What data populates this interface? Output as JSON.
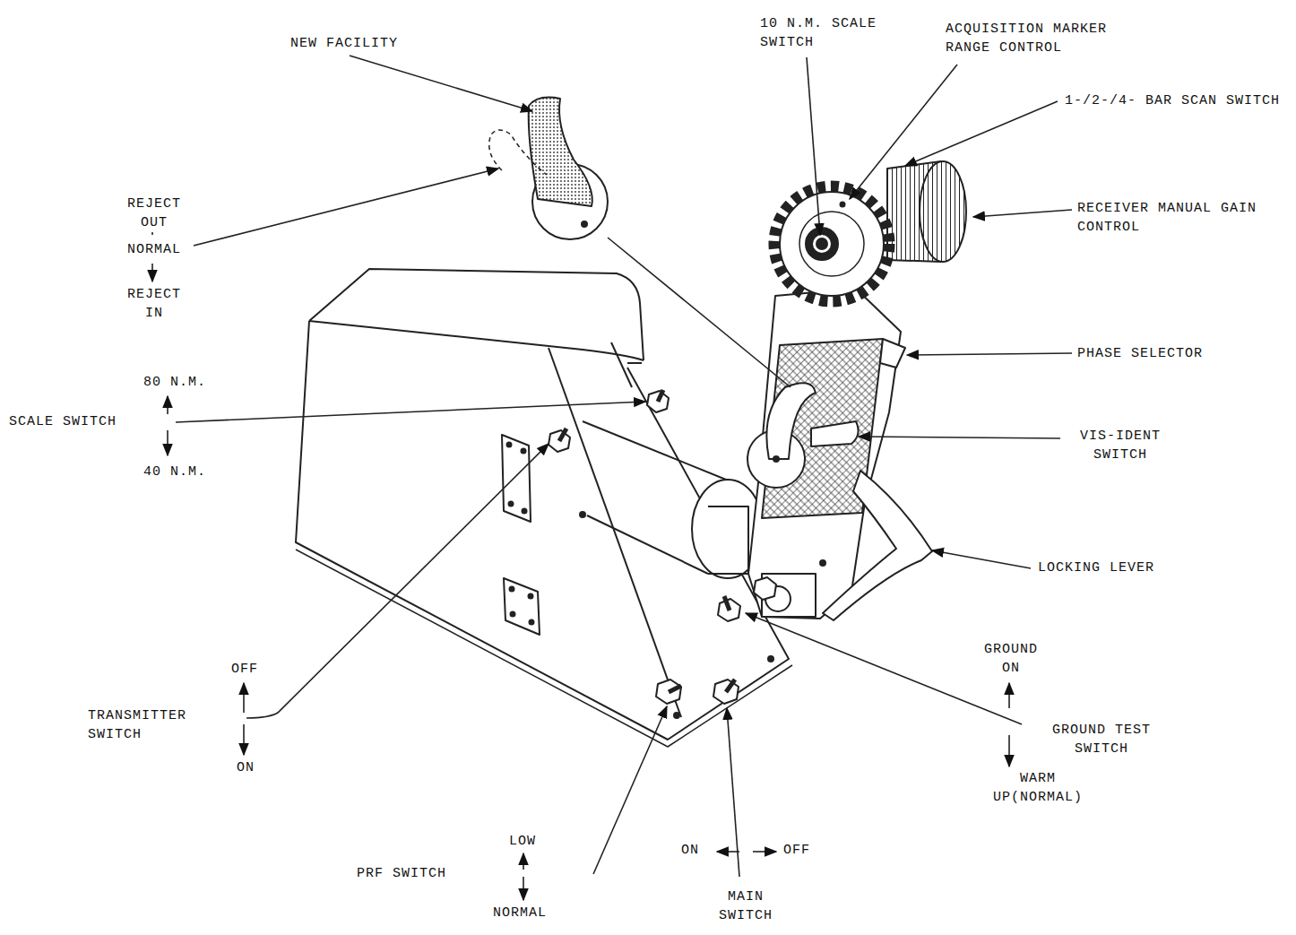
{
  "diagram": {
    "labels": [
      "NEW FACILITY",
      "10 N.M. SCALE SWITCH",
      "ACQUISITION MARKER RANGE CONTROL",
      "1-/2-/4- BAR SCAN SWITCH",
      "REJECT OUT",
      "NORMAL",
      "REJECT IN",
      "RECEIVER MANUAL GAIN CONTROL",
      "PHASE SELECTOR",
      "80 N.M.",
      "SCALE SWITCH",
      "40 N.M.",
      "VIS-IDENT SWITCH",
      "LOCKING LEVER",
      "GROUND ON",
      "OFF",
      "TRANSMITTER SWITCH",
      "ON",
      "GROUND TEST SWITCH",
      "WARM UP(NORMAL)",
      "LOW",
      "PRF SWITCH",
      "NORMAL",
      "ON",
      "OFF",
      "MAIN SWITCH"
    ]
  }
}
